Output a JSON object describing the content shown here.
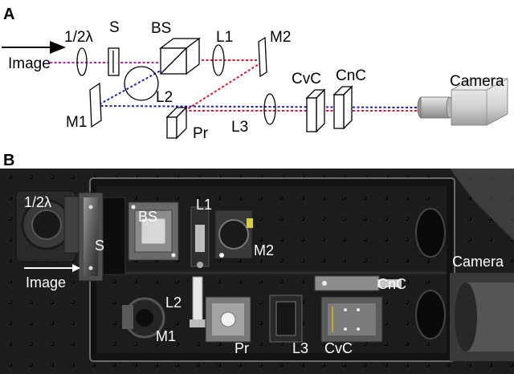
{
  "panel_a": {
    "letter": "A",
    "labels": {
      "image": "Image",
      "half_wave": "1/2λ",
      "s": "S",
      "bs": "BS",
      "l1": "L1",
      "m2": "M2",
      "l2": "L2",
      "m1": "M1",
      "pr": "Pr",
      "l3": "L3",
      "cvc": "CvC",
      "cnc": "CnC",
      "camera": "Camera"
    },
    "beam_colors": {
      "purple": "#b21fb2",
      "red": "#e8102a",
      "blue": "#1a22b8"
    }
  },
  "panel_b": {
    "letter": "B",
    "labels": {
      "half_wave": "1/2λ",
      "bs": "BS",
      "l1": "L1",
      "m2": "M2",
      "s": "S",
      "camera": "Camera",
      "image": "Image",
      "l2": "L2",
      "cnc": "CnC",
      "m1": "M1",
      "pr": "Pr",
      "l3": "L3",
      "cvc": "CvC"
    }
  }
}
